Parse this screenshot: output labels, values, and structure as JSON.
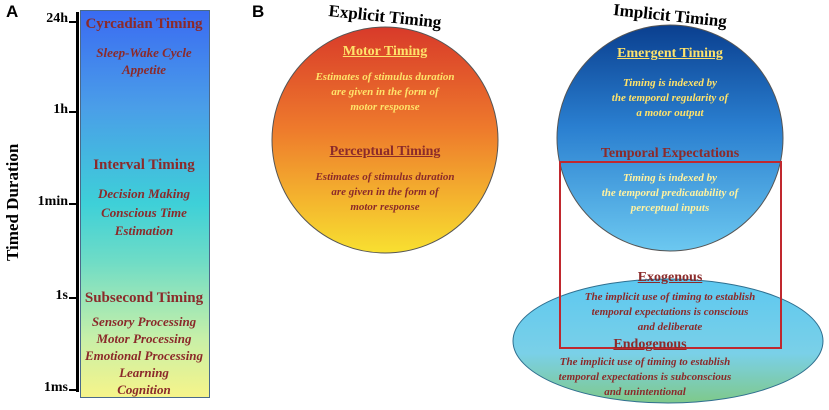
{
  "panel_a": {
    "letter": "A",
    "axis_label": "Timed Duration",
    "ticks": [
      "24h",
      "1h",
      "1min",
      "1s",
      "1ms"
    ],
    "bar_colors": {
      "top": "#3a6bf2",
      "middle": "#3ed0d8",
      "bottom": "#f6f48a"
    },
    "circadian": {
      "title": "Cyrcadian Timing",
      "items": [
        "Sleep-Wake Cycle",
        "Appetite"
      ]
    },
    "interval": {
      "title": "Interval Timing",
      "items": [
        "Decision Making",
        "Conscious Time",
        "Estimation"
      ]
    },
    "subsecond": {
      "title": "Subsecond Timing",
      "items": [
        "Sensory Processing",
        "Motor Processing",
        "Emotional Processing",
        "Learning",
        "Cognition"
      ]
    }
  },
  "panel_b": {
    "letter": "B",
    "explicit": {
      "title": "Explicit Timing",
      "motor": {
        "heading": "Motor Timing",
        "lines": [
          "Estimates of stimulus duration",
          "are given in the form of",
          "motor response"
        ]
      },
      "perceptual": {
        "heading": "Perceptual Timing",
        "lines": [
          "Estimates of stimulus duration",
          "are given in the form of",
          "motor response"
        ]
      }
    },
    "implicit": {
      "title": "Implicit Timing",
      "emergent": {
        "heading": "Emergent Timing",
        "lines": [
          "Timing is indexed by",
          "the temporal regularity of",
          "a motor output"
        ]
      },
      "expectations": {
        "heading": "Temporal Expectations",
        "lines": [
          "Timing is indexed by",
          "the temporal predicatability of",
          "perceptual inputs"
        ]
      },
      "exogenous": {
        "heading": "Exogenous",
        "lines": [
          "The implicit use of timing to establish",
          "temporal expectations is conscious",
          "and deliberate"
        ]
      },
      "endogenous": {
        "heading": "Endogenous",
        "lines": [
          "The implicit use of timing to establish",
          "temporal expectations is subconscious",
          "and unintentional"
        ]
      }
    },
    "colors": {
      "box_border": "#c0282e",
      "heading_red": "#8b2a2a",
      "text_yellow": "#ffe36a"
    }
  }
}
